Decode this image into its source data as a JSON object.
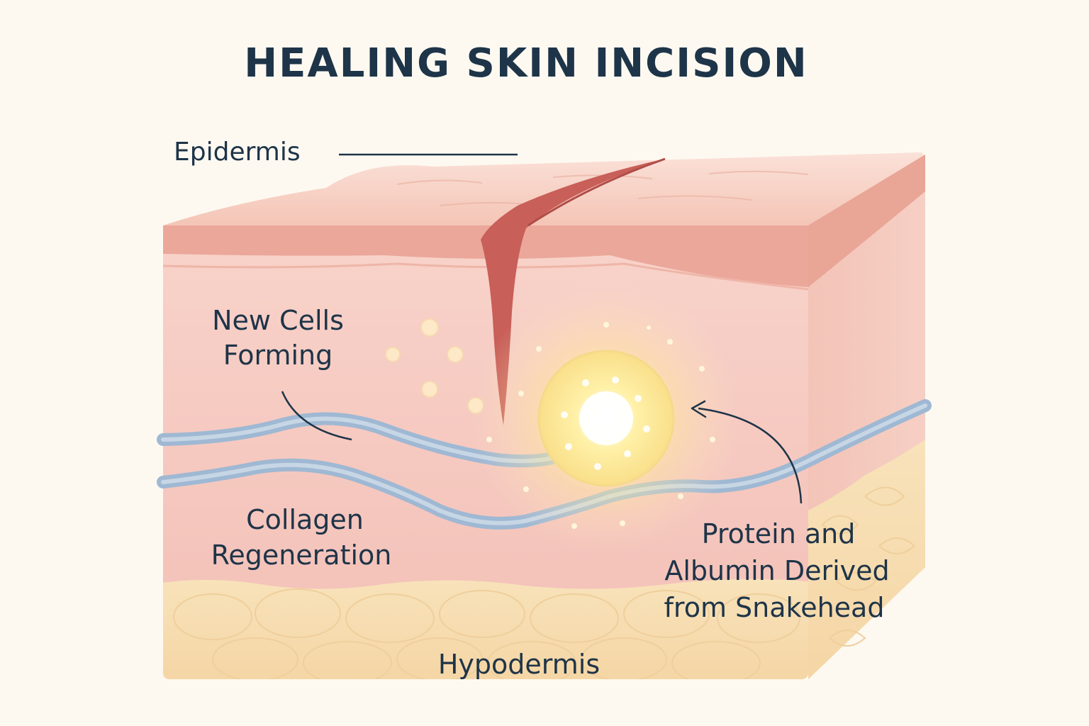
{
  "title": "HEALING SKIN INCISION",
  "labels": {
    "epidermis": "Epidermis",
    "new_cells_line1": "New Cells",
    "new_cells_line2": "Forming",
    "collagen_line1": "Collagen",
    "collagen_line2": "Regeneration",
    "protein_line1": "Protein and",
    "protein_line2": "Albumin Derived",
    "protein_line3": "from Snakehead",
    "hypodermis": "Hypodermis"
  },
  "colors": {
    "background": "#fdf9f1",
    "text": "#1e3448",
    "epidermis": "#eba79a",
    "dermis": "#f5c6bd",
    "hypodermis": "#f7ddb0",
    "incision": "#c85f58",
    "vessel": "#9fb8d3",
    "glow": "#fff3a8"
  }
}
